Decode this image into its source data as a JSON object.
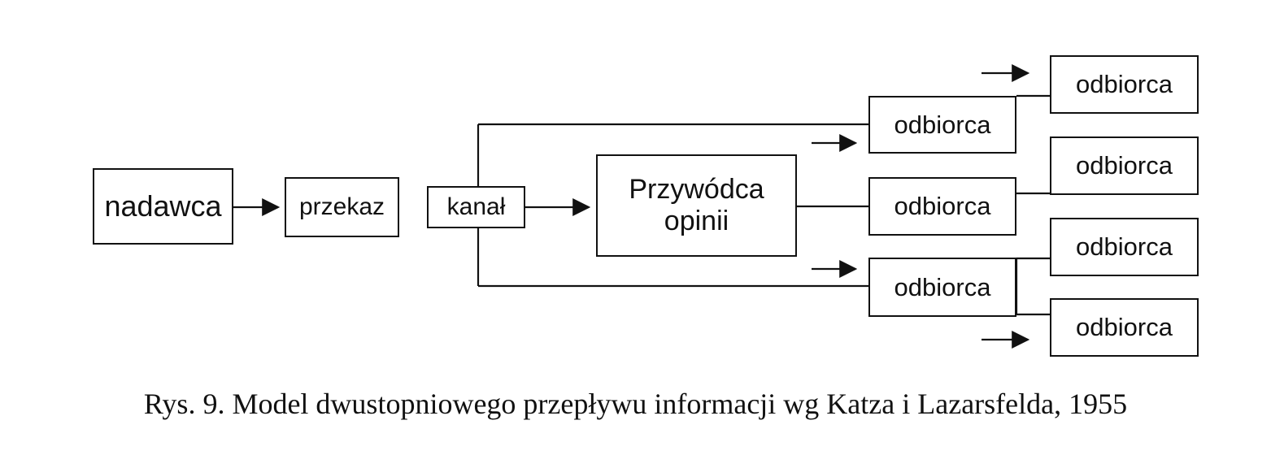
{
  "diagram": {
    "nodes": {
      "sender": "nadawca",
      "message": "przekaz",
      "channel": "kanał",
      "opinion_leader": [
        "Przywódca",
        "opinii"
      ],
      "receiver_top": "odbiorca",
      "receiver_mid": "odbiorca",
      "receiver_bottom": "odbiorca",
      "receiver_r1": "odbiorca",
      "receiver_r2": "odbiorca",
      "receiver_r3": "odbiorca",
      "receiver_r4": "odbiorca"
    },
    "caption": "Rys. 9.  Model dwustopniowego przepływu informacji wg Katza i Lazarsfelda, 1955"
  }
}
